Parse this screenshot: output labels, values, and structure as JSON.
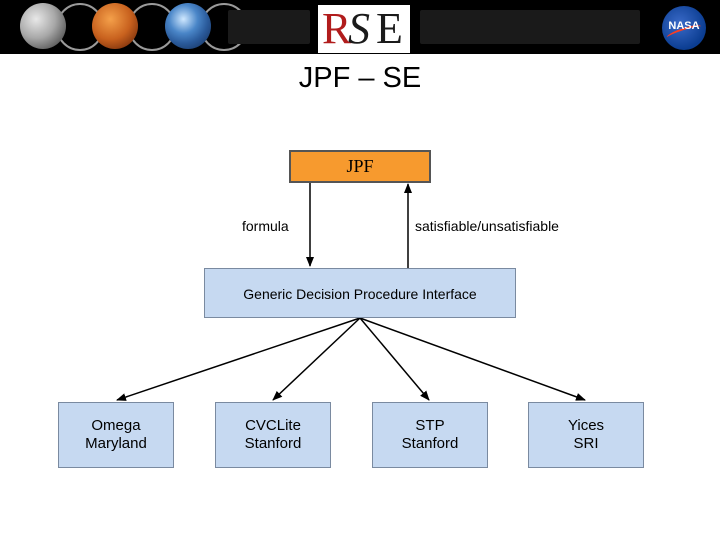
{
  "header": {
    "logo_letters": [
      "R",
      "S",
      "E"
    ],
    "agency_logo_text": "NASA"
  },
  "slide": {
    "title": "JPF – SE"
  },
  "diagram": {
    "top_node": "JPF",
    "edge_down_label": "formula",
    "edge_up_label": "satisfiable/unsatisfiable",
    "middle_node": "Generic Decision Procedure Interface",
    "leaves": [
      {
        "name": "Omega",
        "org": "Maryland"
      },
      {
        "name": "CVCLite",
        "org": "Stanford"
      },
      {
        "name": "STP",
        "org": "Stanford"
      },
      {
        "name": "Yices",
        "org": "SRI"
      }
    ],
    "colors": {
      "top_node_fill": "#f79a2e",
      "node_fill": "#c6d9f1",
      "banner": "#000000",
      "logo_accent": "#b11c1c"
    }
  }
}
